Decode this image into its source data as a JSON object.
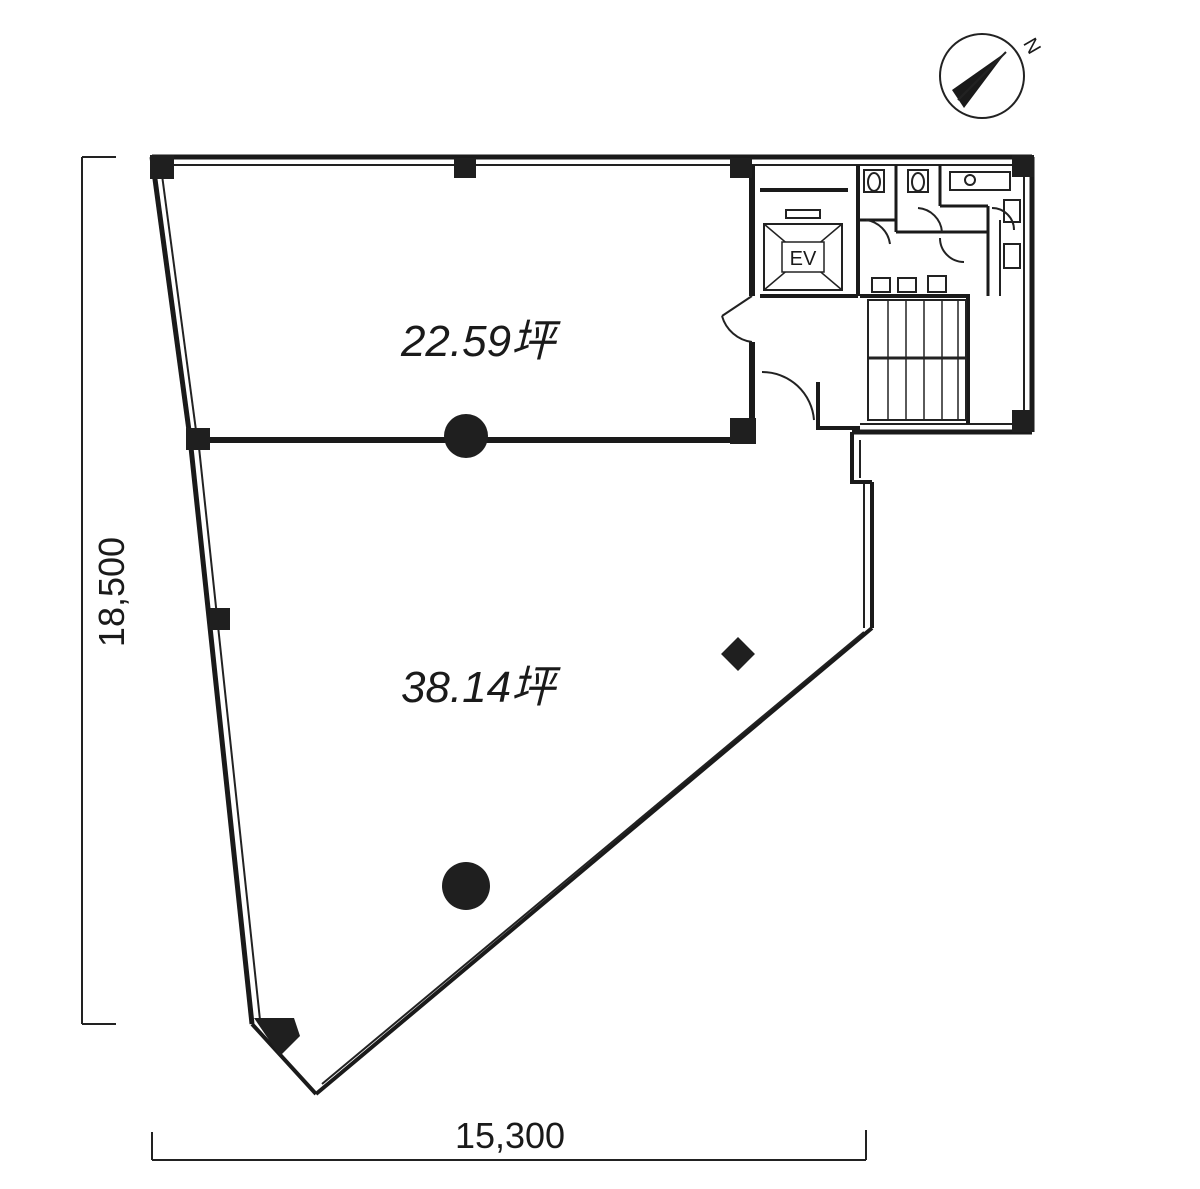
{
  "rooms": [
    {
      "id": "upper",
      "area_label": "22.59坪"
    },
    {
      "id": "lower",
      "area_label": "38.14坪"
    }
  ],
  "dimensions": {
    "vertical": "18,500",
    "horizontal": "15,300"
  },
  "core": {
    "elevator_label": "EV"
  },
  "compass": {
    "label": "N",
    "icon": "north-arrow-icon"
  },
  "colors": {
    "line": "#1a1a1a",
    "background": "#ffffff"
  }
}
